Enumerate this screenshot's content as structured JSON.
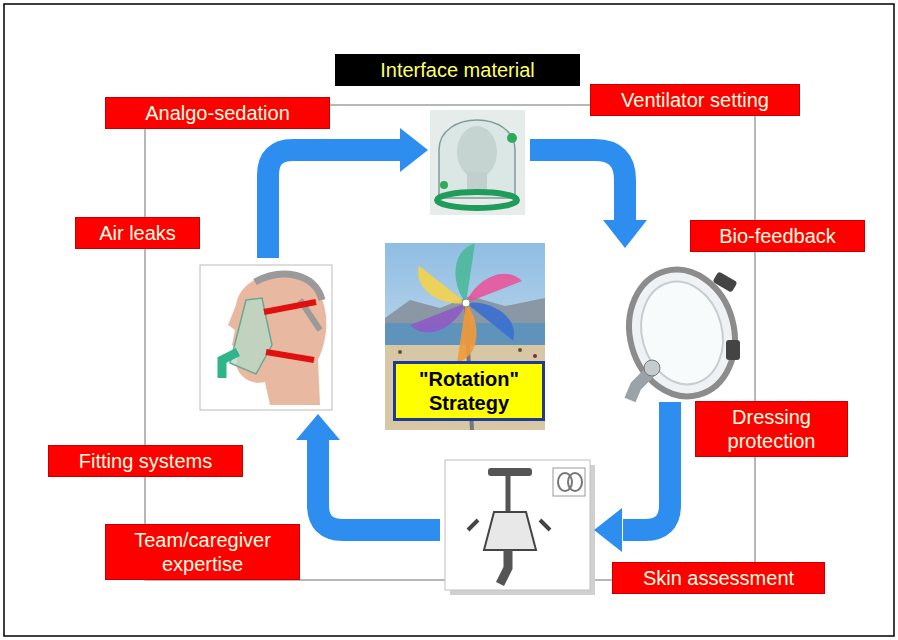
{
  "diagram": {
    "nodes": [
      {
        "text": [
          "Interface material"
        ]
      },
      {
        "text": [
          "Ventilator setting"
        ]
      },
      {
        "text": [
          "Analgo-sedation"
        ]
      },
      {
        "text": [
          "Air leaks"
        ]
      },
      {
        "text": [
          "Bio-feedback"
        ]
      },
      {
        "text": [
          "\"Rotation\" Strategy"
        ]
      },
      {
        "text": [
          "Dressing protection"
        ]
      },
      {
        "text": [
          "Fitting systems"
        ]
      },
      {
        "text": [
          "Team/caregiver expertise"
        ]
      },
      {
        "text": [
          "Skin assessment"
        ]
      }
    ]
  }
}
